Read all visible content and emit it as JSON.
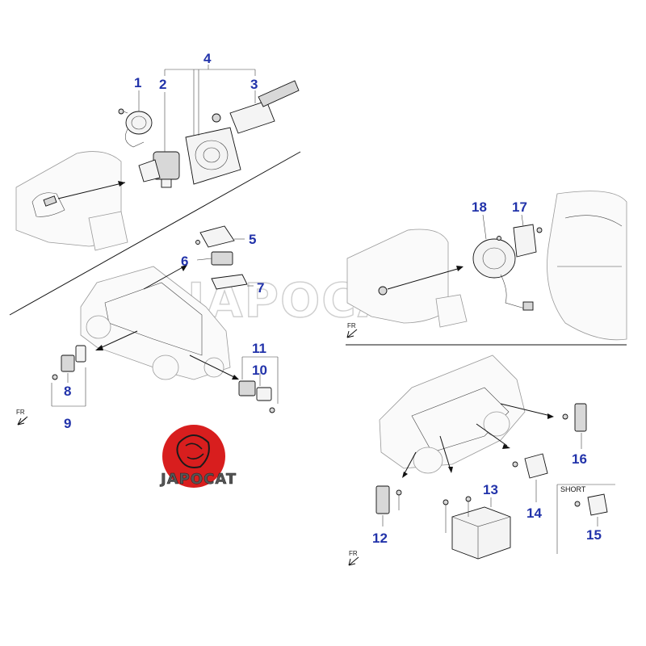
{
  "diagram": {
    "callouts": {
      "c1": "1",
      "c2": "2",
      "c3": "3",
      "c4": "4",
      "c5": "5",
      "c6": "6",
      "c7": "7",
      "c8": "8",
      "c9": "9",
      "c10": "10",
      "c11": "11",
      "c12": "12",
      "c13": "13",
      "c14": "14",
      "c15": "15",
      "c16": "16",
      "c17": "17",
      "c18": "18"
    },
    "orientation_labels": {
      "fr1": "FR",
      "fr2": "FR",
      "fr3": "FR"
    },
    "short_label": "SHORT",
    "watermark_text": "JAPOCAT",
    "logo_text": "JAPOCAT",
    "colors": {
      "callout": "#2233aa",
      "logo_red": "#d81e1e",
      "line": "#111111"
    }
  }
}
